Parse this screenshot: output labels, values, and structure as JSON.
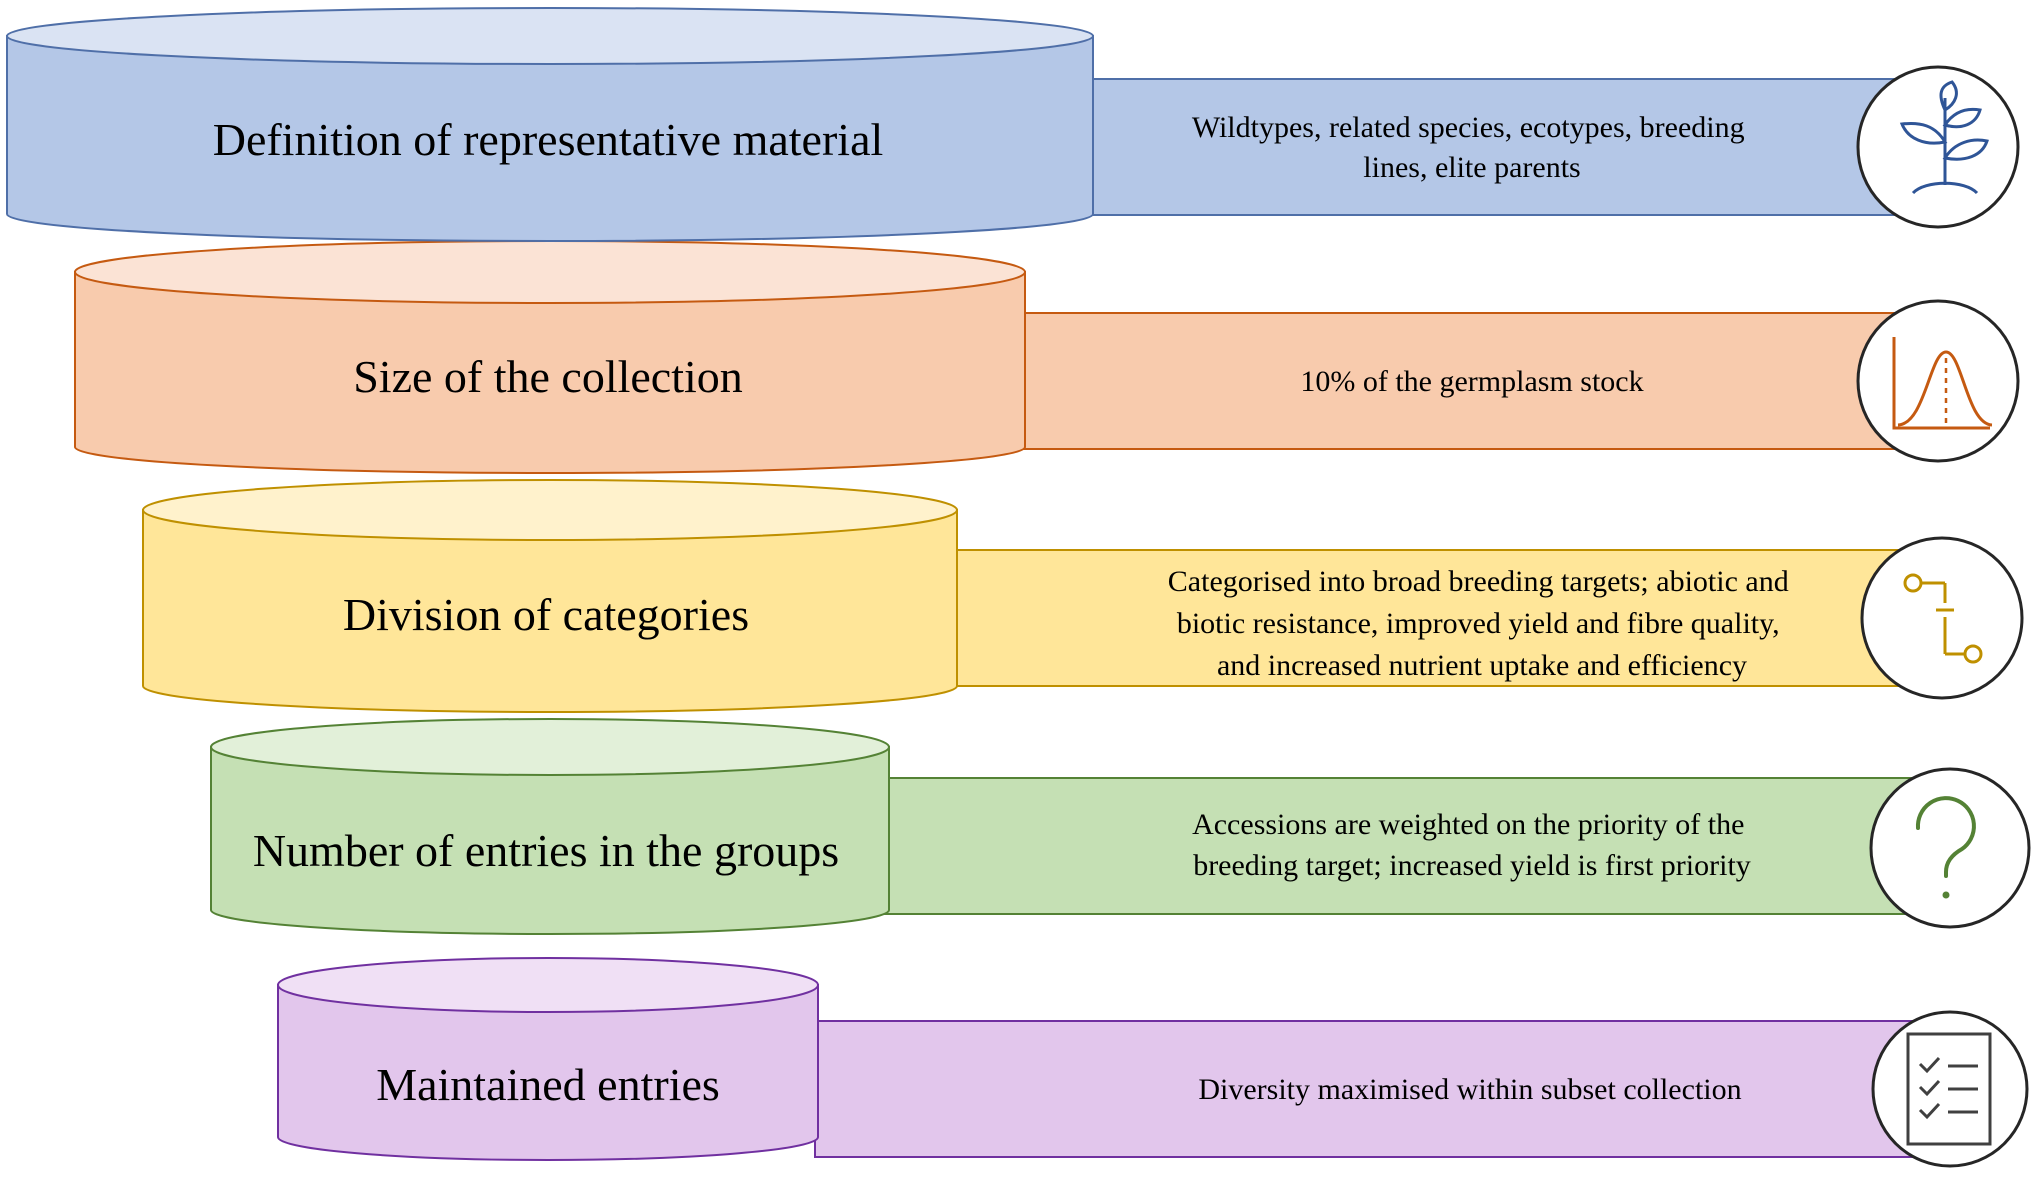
{
  "stages": [
    {
      "title": "Definition of representative material",
      "description": [
        "Wildtypes, related  species, ecotypes, breeding",
        "lines,  elite  parents"
      ],
      "icon": "plant-sprout-icon",
      "colors": {
        "fill": "#b4c7e7",
        "top": "#dae3f3",
        "stroke": "#4f6fa8",
        "icon": "#2f5597"
      }
    },
    {
      "title": "Size of the collection",
      "description": [
        "10% of the germplasm  stock"
      ],
      "icon": "bell-curve-icon",
      "colors": {
        "fill": "#f8cbad",
        "top": "#fbe3d5",
        "stroke": "#c55a11",
        "icon": "#c55a11"
      }
    },
    {
      "title": "Division of categories",
      "description": [
        "Categorised into  broad breeding  targets; abiotic  and",
        "biotic resistance,  improved  yield  and  fibre quality,",
        "and increased nutrient  uptake and efficiency"
      ],
      "icon": "branching-path-icon",
      "colors": {
        "fill": "#ffe699",
        "top": "#fff2cc",
        "stroke": "#bf9000",
        "icon": "#bf9000"
      }
    },
    {
      "title": "Number of entries in the groups",
      "description": [
        "Accessions are weighted  on the priority  of the",
        "breeding target;  increased yield  is  first  priority"
      ],
      "icon": "question-mark-icon",
      "colors": {
        "fill": "#c5e0b4",
        "top": "#e2f0d9",
        "stroke": "#548235",
        "icon": "#548235"
      }
    },
    {
      "title": "Maintained entries",
      "description": [
        "Diversity  maximised  within  subset collection"
      ],
      "icon": "checklist-icon",
      "colors": {
        "fill": "#e2c6ec",
        "top": "#f0e0f5",
        "stroke": "#7030a0",
        "icon": "#404040"
      }
    }
  ]
}
